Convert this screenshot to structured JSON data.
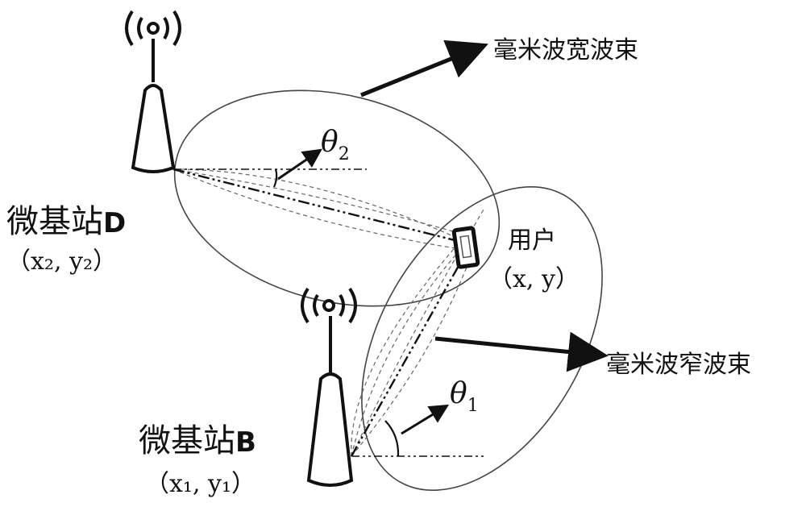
{
  "labels": {
    "wide_beam": "毫米波宽波束",
    "narrow_beam": "毫米波窄波束",
    "station_d_name": "微基站",
    "station_d_letter": "D",
    "station_d_coord": "（x₂, y₂）",
    "station_b_name": "微基站",
    "station_b_letter": "B",
    "station_b_coord": "（x₁, y₁）",
    "user_name": "用户",
    "user_coord": "（x, y）",
    "theta2_symbol": "θ",
    "theta2_sub": "2",
    "theta1_symbol": "θ",
    "theta1_sub": "1"
  },
  "colors": {
    "line": "#111111",
    "ellipse": "#444444",
    "antenna_fill": "#ffffff"
  }
}
